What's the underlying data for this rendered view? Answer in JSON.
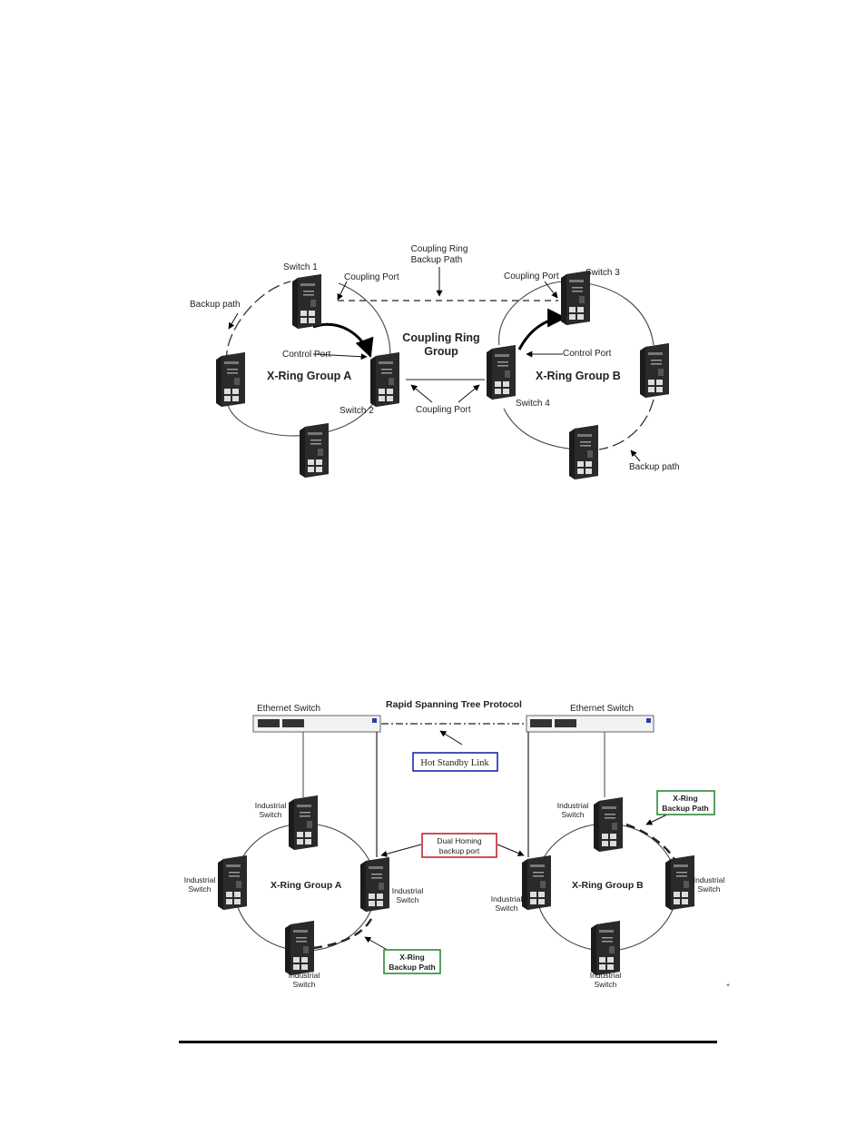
{
  "top_diagram": {
    "coupling_ring_backup_path": [
      "Coupling Ring",
      "Backup Path"
    ],
    "coupling_ring_group": [
      "Coupling Ring",
      "Group"
    ],
    "group_a": "X-Ring Group A",
    "group_b": "X-Ring Group B",
    "switch1": "Switch 1",
    "switch2": "Switch 2",
    "switch3": "Switch 3",
    "switch4": "Switch 4",
    "coupling_port": "Coupling Port",
    "control_port": "Control Port",
    "backup_path": "Backup path"
  },
  "bottom_diagram": {
    "rstp": "Rapid Spanning Tree Protocol",
    "ethernet_switch": "Ethernet Switch",
    "hot_standby": "Hot Standby Link",
    "dual_homing": [
      "Dual Homing",
      "backup port"
    ],
    "xring_backup": [
      "X-Ring",
      "Backup Path"
    ],
    "group_a": "X-Ring Group A",
    "group_b": "X-Ring Group B",
    "industrial_switch": [
      "Industrial",
      "Switch"
    ],
    "corner_mark": "+",
    "colors": {
      "hot_standby_border": "#1c2aa6",
      "dual_homing_border": "#c0262d",
      "xring_border": "#2e8a3a"
    }
  }
}
